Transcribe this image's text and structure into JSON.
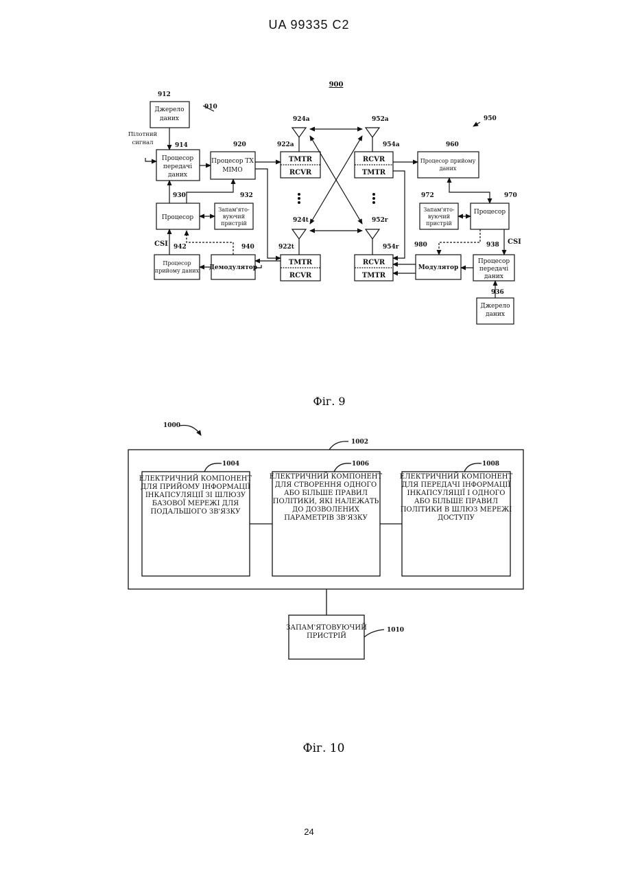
{
  "header": "UA   99335   C2",
  "page_number": "24",
  "fig9": {
    "caption": "Фіг. 9",
    "system_ref": "900",
    "refs": {
      "r910": "910",
      "r950": "950",
      "r912": "912",
      "r914": "914",
      "r920": "920",
      "r922a": "922a",
      "r924a": "924a",
      "r952a": "952a",
      "r954a": "954a",
      "r960": "960",
      "r930": "930",
      "r932": "932",
      "r972": "972",
      "r970": "970",
      "r924t": "924t",
      "r952r": "952r",
      "r922t": "922t",
      "r954r": "954r",
      "r942": "942",
      "r940": "940",
      "r980": "980",
      "r938": "938",
      "r936": "936"
    },
    "pilot_l1": "Пілотний",
    "pilot_l2": "сигнал",
    "csi_left": "CSI",
    "csi_right": "CSI",
    "boxes": {
      "src_l1": "Джерело",
      "src_l2": "даних",
      "txproc_l1": "Процесор",
      "txproc_l2": "передачі",
      "txproc_l3": "даних",
      "txmimo_l1": "Процесор TX",
      "txmimo_l2": "MIMO",
      "proc_left": "Процесор",
      "mem_left_l1": "Запам'ято-",
      "mem_left_l2": "вуючий",
      "mem_left_l3": "пристрій",
      "rxproc_left_l1": "Процесор",
      "rxproc_left_l2": "прийому даних",
      "demod": "Демодулятор",
      "tmtr_top_left": "TMTR",
      "rcvr_top_left": "RCVR",
      "tmtr_bot_left": "TMTR",
      "rcvr_bot_left": "RCVR",
      "rcvr_top_right": "RCVR",
      "tmtr_top_right": "TMTR",
      "rcvr_bot_right": "RCVR",
      "tmtr_bot_right": "TMTR",
      "rxproc_right_l1": "Процесор прийому",
      "rxproc_right_l2": "даних",
      "mem_right_l1": "Запам'ято-",
      "mem_right_l2": "вуючий",
      "mem_right_l3": "пристрій",
      "proc_right": "Процесор",
      "mod": "Модулятор",
      "txproc_right_l1": "Процесор",
      "txproc_right_l2": "передачі",
      "txproc_right_l3": "даних",
      "src_right_l1": "Джерело",
      "src_right_l2": "даних"
    }
  },
  "fig10": {
    "caption": "Фіг. 10",
    "refs": {
      "r1000": "1000",
      "r1002": "1002",
      "r1004": "1004",
      "r1006": "1006",
      "r1008": "1008",
      "r1010": "1010"
    },
    "comp1": [
      "ЕЛЕКТРИЧНИЙ КОМПОНЕНТ",
      "ДЛЯ ПРИЙОМУ ІНФОРМАЦІЇ",
      "ІНКАПСУЛЯЦІЇ ЗІ ШЛЮЗУ",
      "БАЗОВОЇ МЕРЕЖІ ДЛЯ",
      "ПОДАЛЬШОГО ЗВ'ЯЗКУ"
    ],
    "comp2": [
      "ЕЛЕКТРИЧНИЙ КОМПОНЕНТ",
      "ДЛЯ СТВОРЕННЯ ОДНОГО",
      "АБО БІЛЬШЕ ПРАВИЛ",
      "ПОЛІТИКИ, ЯКІ НАЛЕЖАТЬ",
      "ДО ДОЗВОЛЕНИХ",
      "ПАРАМЕТРІВ ЗВ'ЯЗКУ"
    ],
    "comp3": [
      "ЕЛЕКТРИЧНИЙ КОМПОНЕНТ",
      "ДЛЯ ПЕРЕДАЧІ ІНФОРМАЦІЇ",
      "ІНКАПСУЛЯЦІЇ І ОДНОГО",
      "АБО БІЛЬШЕ ПРАВИЛ",
      "ПОЛІТИКИ В ШЛЮЗ МЕРЕЖІ",
      "ДОСТУПУ"
    ],
    "memory": [
      "ЗАПАМ'ЯТОВУЮЧИЙ",
      "ПРИСТРІЙ"
    ]
  }
}
